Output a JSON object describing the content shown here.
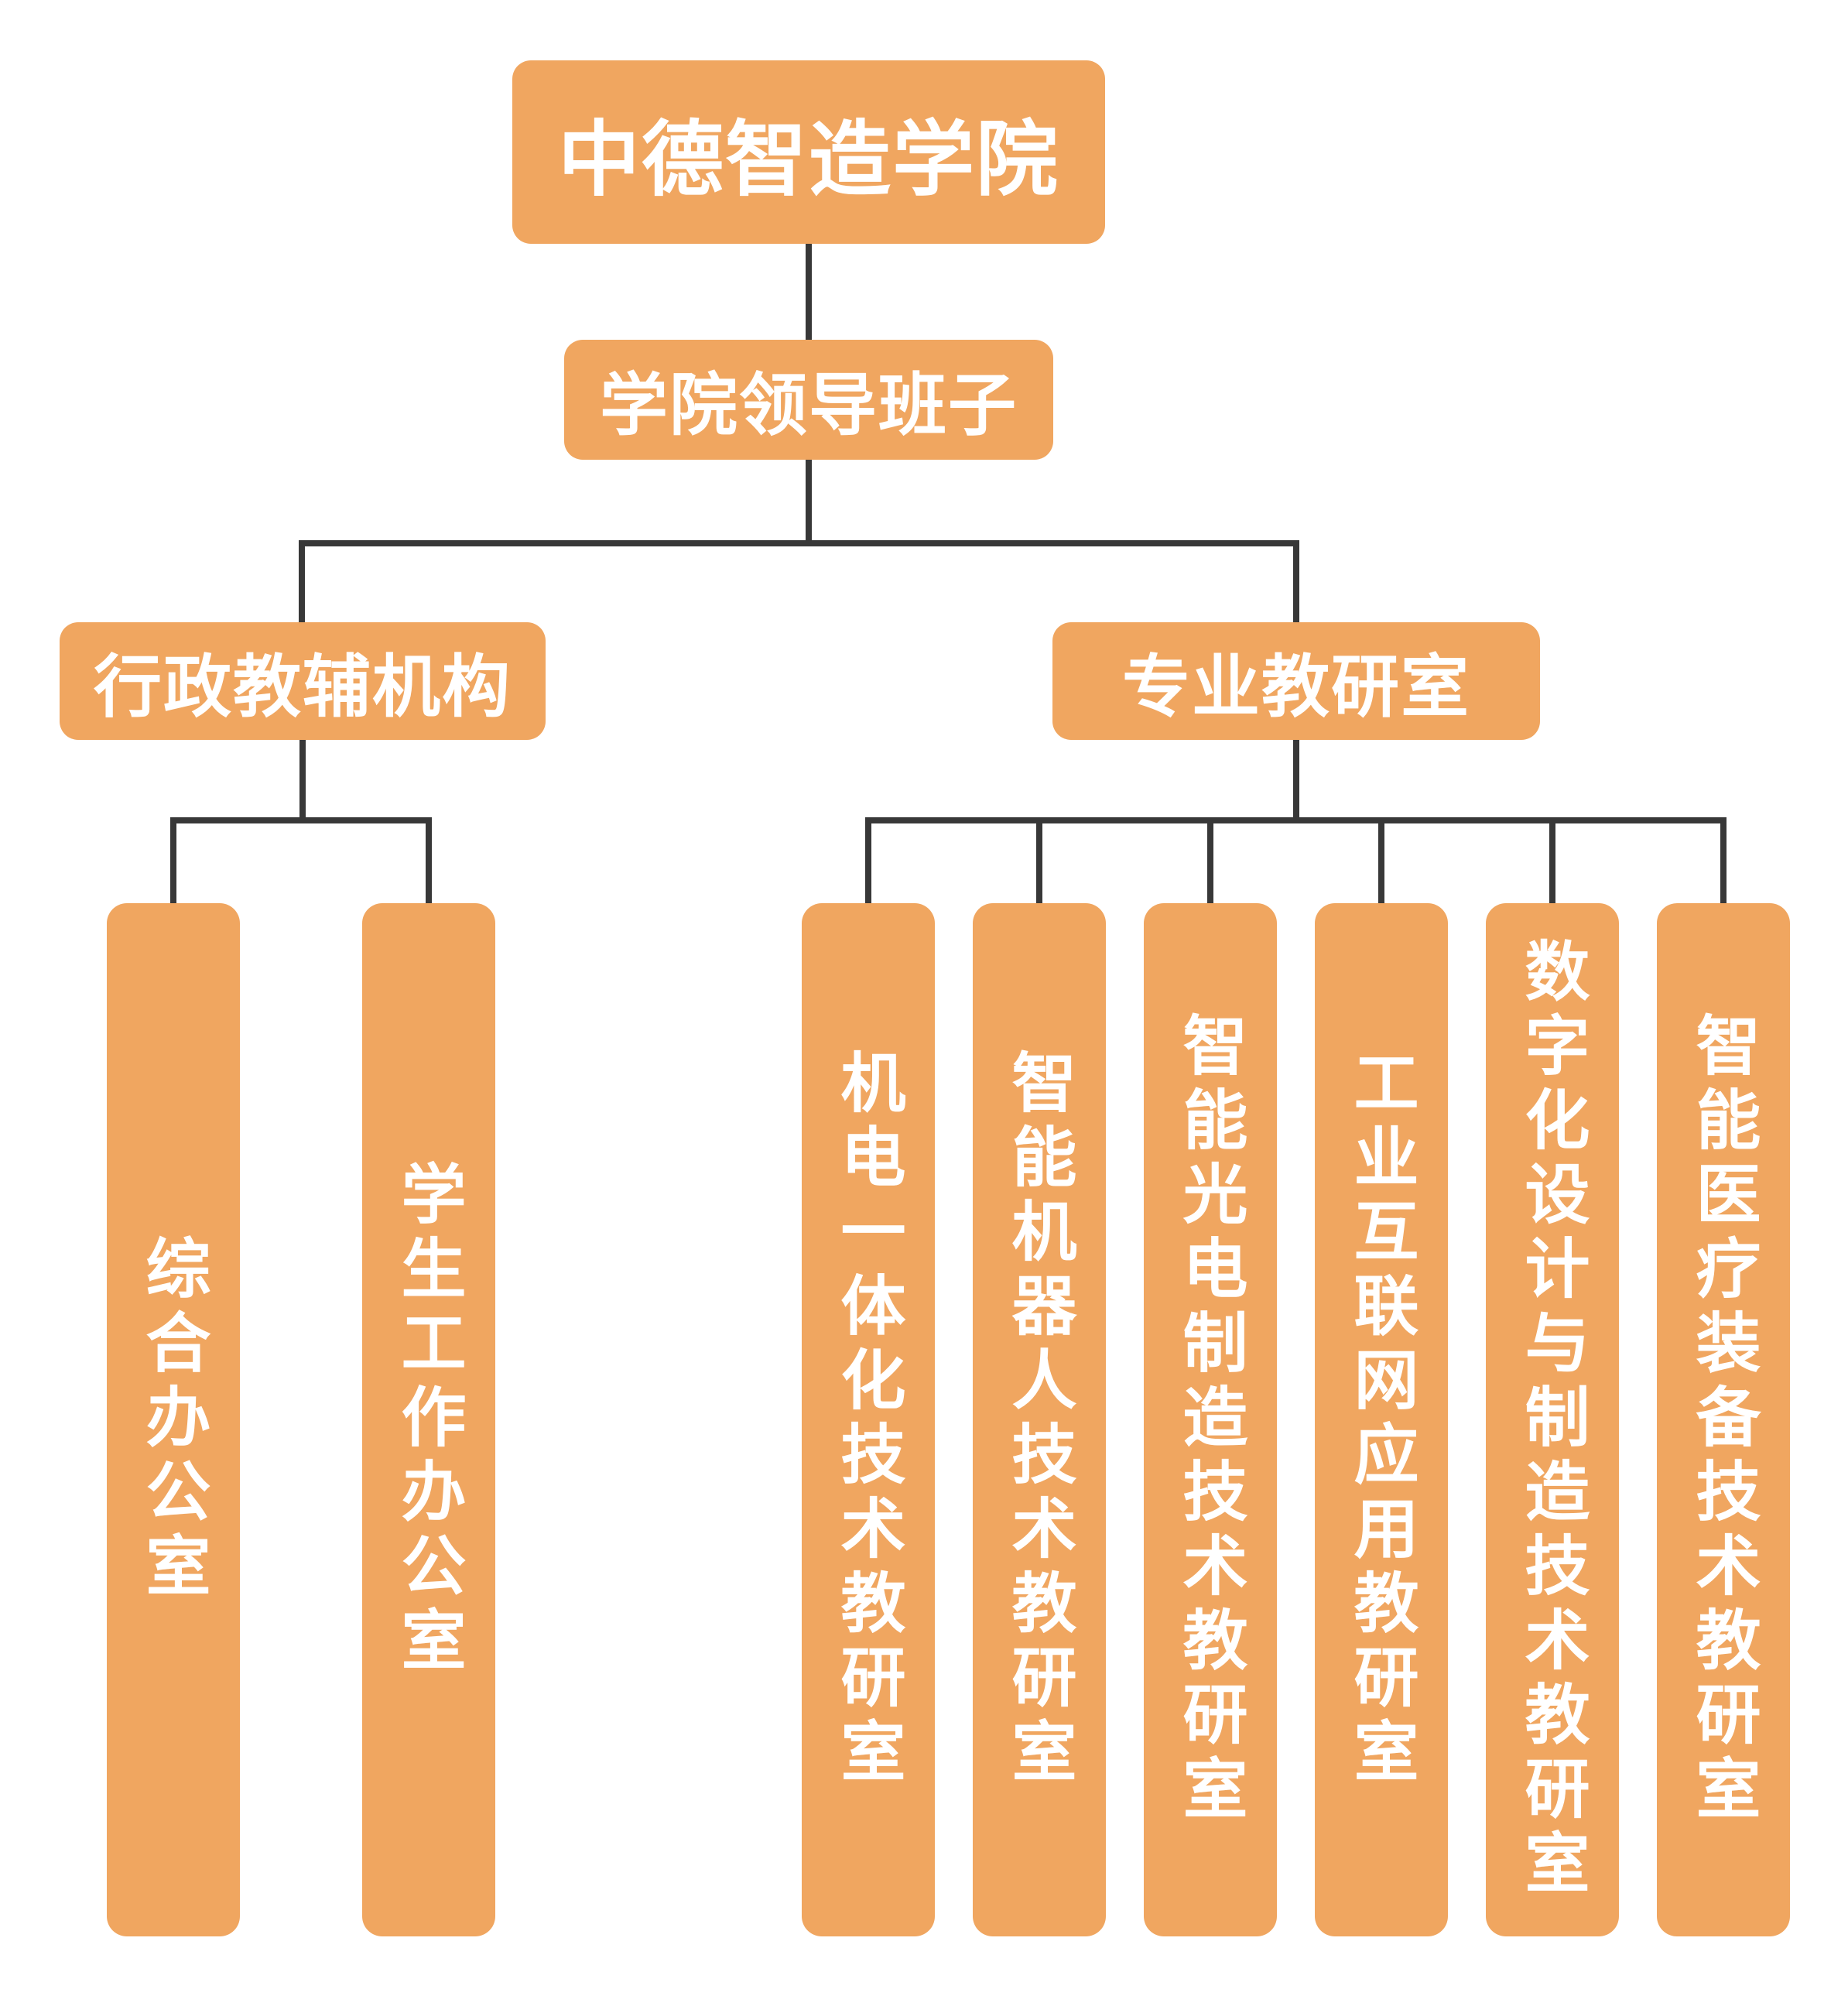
{
  "palette": {
    "node_fill": "#F0A660",
    "text": "#FFFFFF",
    "line": "#383838",
    "background": "#FFFFFF"
  },
  "org_chart": {
    "root": {
      "label": "中德智造学院"
    },
    "leadership": {
      "label": "学院领导班子"
    },
    "branches": [
      {
        "label": "行政教辅机构",
        "children": [
          {
            "label": "综合办公室"
          },
          {
            "label": "学生工作办公室"
          }
        ]
      },
      {
        "label": "专业教研室",
        "children": [
          {
            "label": "机电一体化技术教研室"
          },
          {
            "label": "智能机器人技术教研室"
          },
          {
            "label": "智能光电制造技术教研室"
          },
          {
            "label": "工业互联网应用教研室"
          },
          {
            "label": "数字化设计与制造技术教研室"
          },
          {
            "label": "智能医疗装备技术教研室"
          }
        ]
      }
    ]
  }
}
